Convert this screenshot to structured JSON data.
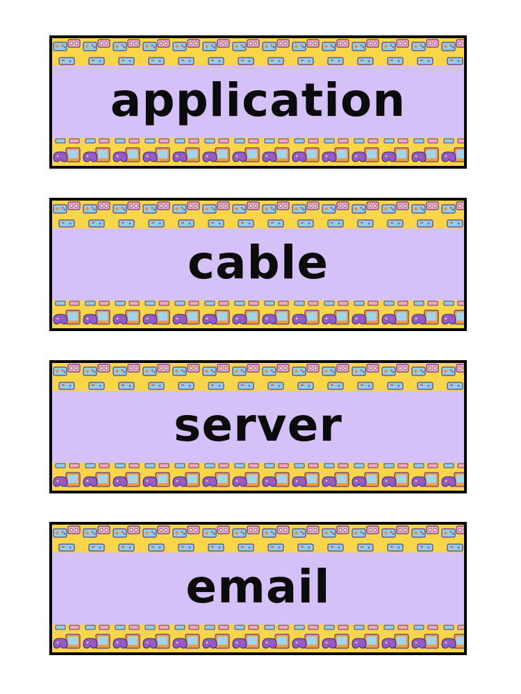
{
  "cards": [
    {
      "word": "application"
    },
    {
      "word": "cable"
    },
    {
      "word": "server"
    },
    {
      "word": "email"
    }
  ],
  "colors": {
    "border": "#000000",
    "band": "#d4c1f7",
    "pattern_background": "#f9d54a",
    "text": "#0b0b0b"
  },
  "icons": {
    "top_pattern": "game-controller-icon",
    "bottom_pattern": "retro-console-and-gamepad-icon"
  }
}
